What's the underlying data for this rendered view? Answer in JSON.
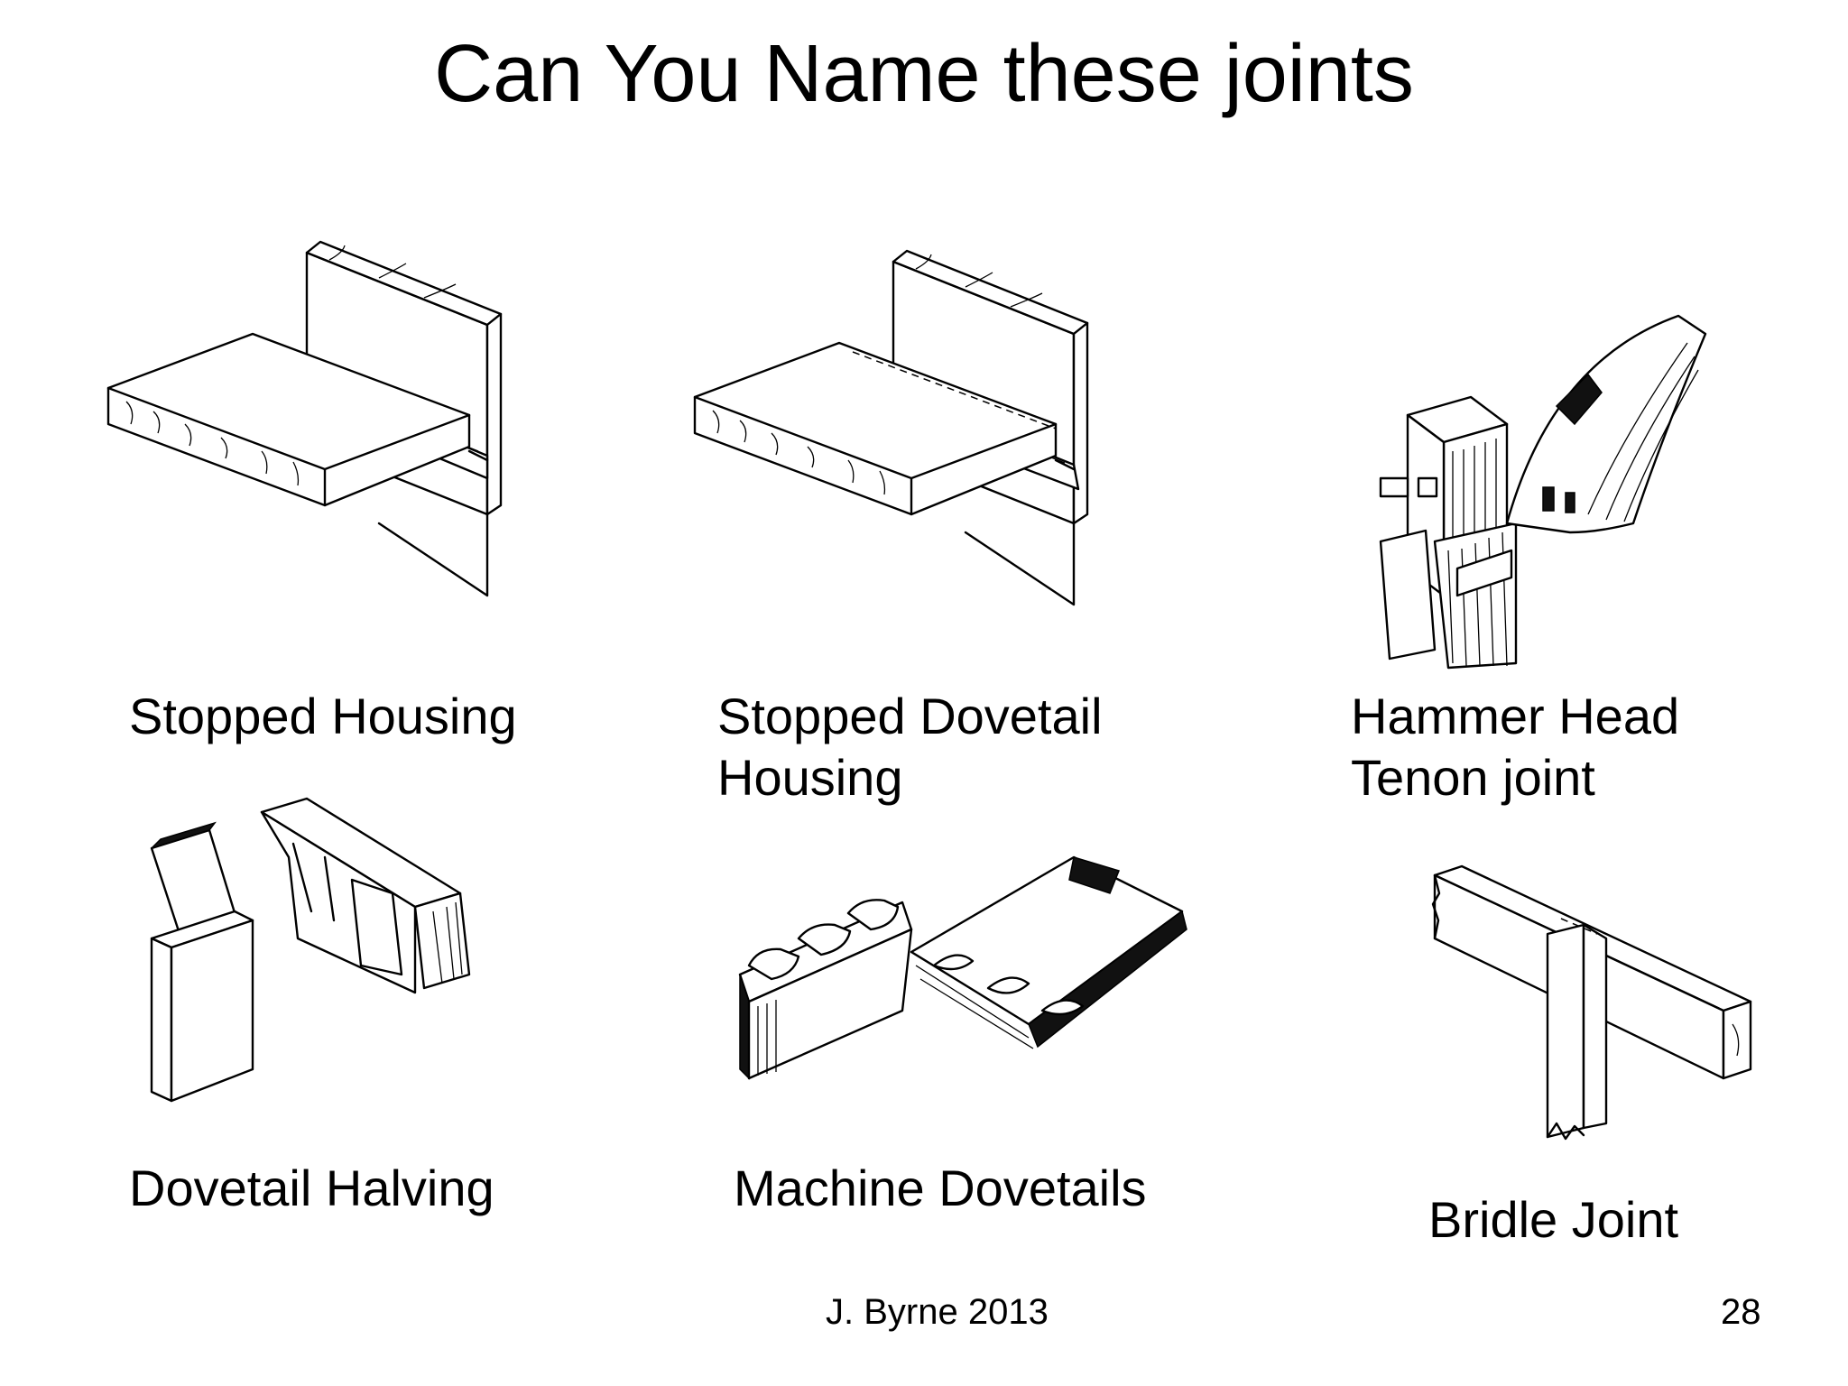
{
  "slide": {
    "title": "Can You Name these joints",
    "author": "J. Byrne 2013",
    "page_number": "28"
  },
  "joints": [
    {
      "name": "stopped-housing",
      "label_lines": [
        "Stopped Housing"
      ]
    },
    {
      "name": "stopped-dovetail-housing",
      "label_lines": [
        "Stopped Dovetail",
        "Housing"
      ]
    },
    {
      "name": "hammer-head-tenon-joint",
      "label_lines": [
        "Hammer Head",
        "Tenon joint"
      ]
    },
    {
      "name": "dovetail-halving",
      "label_lines": [
        "Dovetail Halving"
      ]
    },
    {
      "name": "machine-dovetails",
      "label_lines": [
        "Machine Dovetails"
      ]
    },
    {
      "name": "bridle-joint",
      "label_lines": [
        "Bridle Joint"
      ]
    }
  ]
}
